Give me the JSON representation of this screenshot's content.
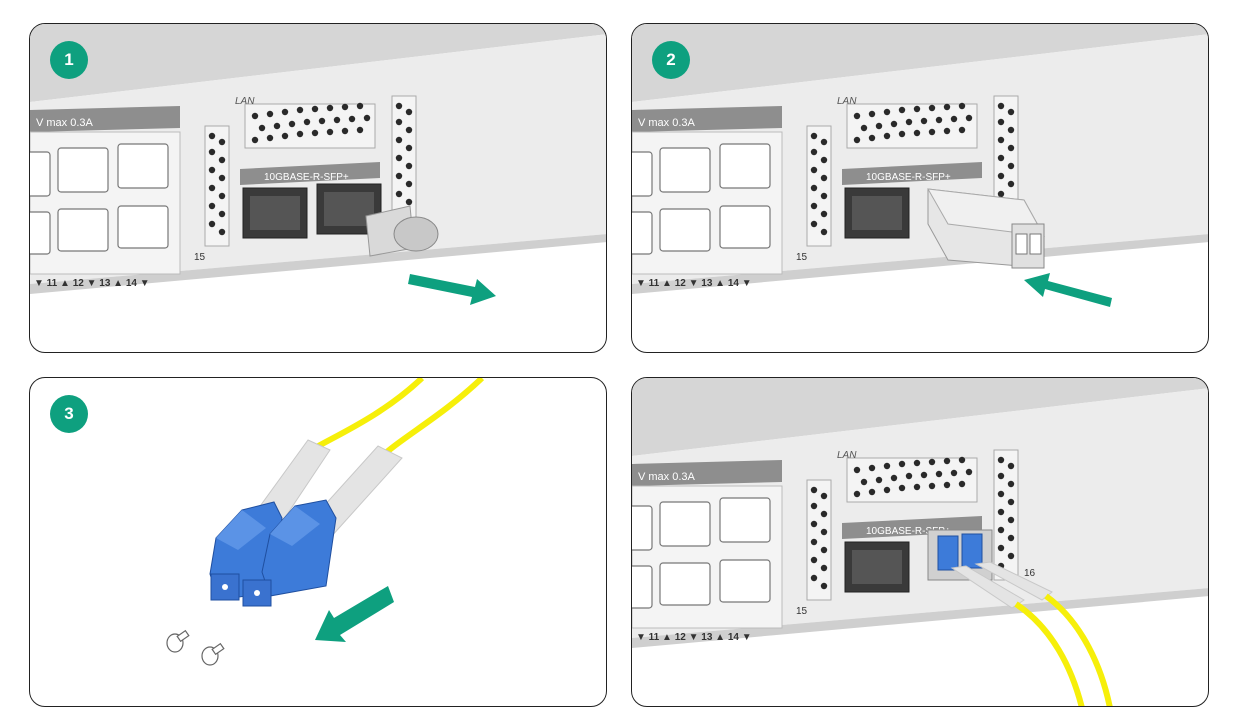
{
  "steps": [
    {
      "badge": "1"
    },
    {
      "badge": "2"
    },
    {
      "badge": "3"
    },
    {
      "badge": ""
    }
  ],
  "labels": {
    "power": "V max 0.3A",
    "lan": "LAN",
    "sfp": "10GBASE-R-SFP+",
    "port15": "15",
    "port16": "16",
    "port_numbers": "▼ 11 ▲ 12 ▼ 13 ▲ 14 ▼"
  },
  "colors": {
    "accent_green": "#0ea07f",
    "fiber_yellow": "#f6ef0a",
    "connector_blue": "#3d7bd9",
    "device_gray": "#d8d8d8"
  },
  "icons": [
    "pull-out-arrow-icon",
    "push-in-arrow-icon",
    "pull-arrow-icon"
  ]
}
